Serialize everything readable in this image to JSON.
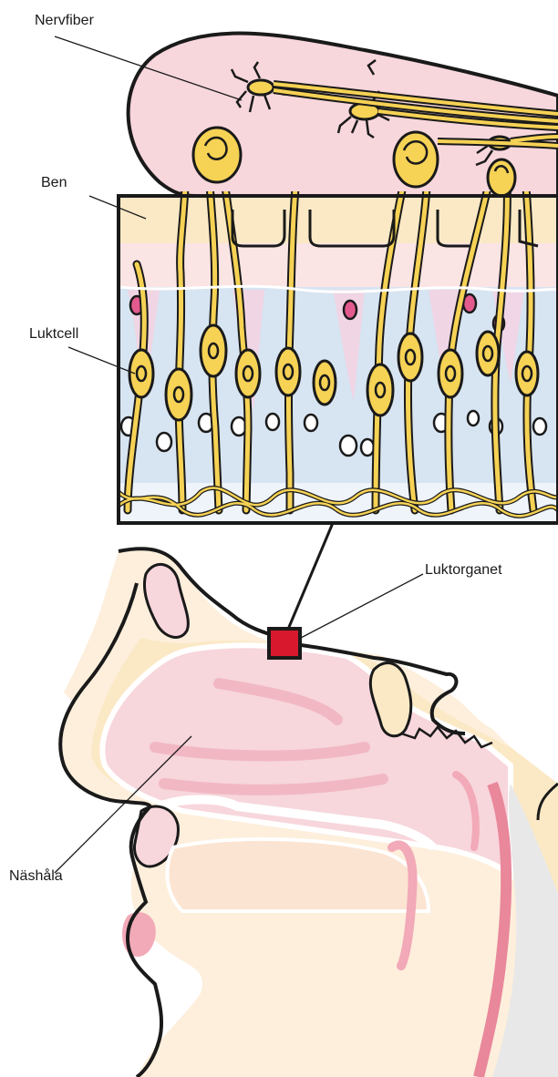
{
  "labels": {
    "nerve_fiber": "Nervfiber",
    "bone": "Ben",
    "olfactory_cell": "Luktcell",
    "olfactory_organ": "Luktorganet",
    "nasal_cavity": "Näshåla"
  },
  "colors": {
    "mucosa_pink": "#f7d6dc",
    "bone_cream": "#fbe9c6",
    "epithelium_blue": "#d7e4f1",
    "neuron_yellow": "#f6d255",
    "marker_red": "#d8182c",
    "skin": "#fdefdc",
    "outline": "#1a1a1a"
  }
}
